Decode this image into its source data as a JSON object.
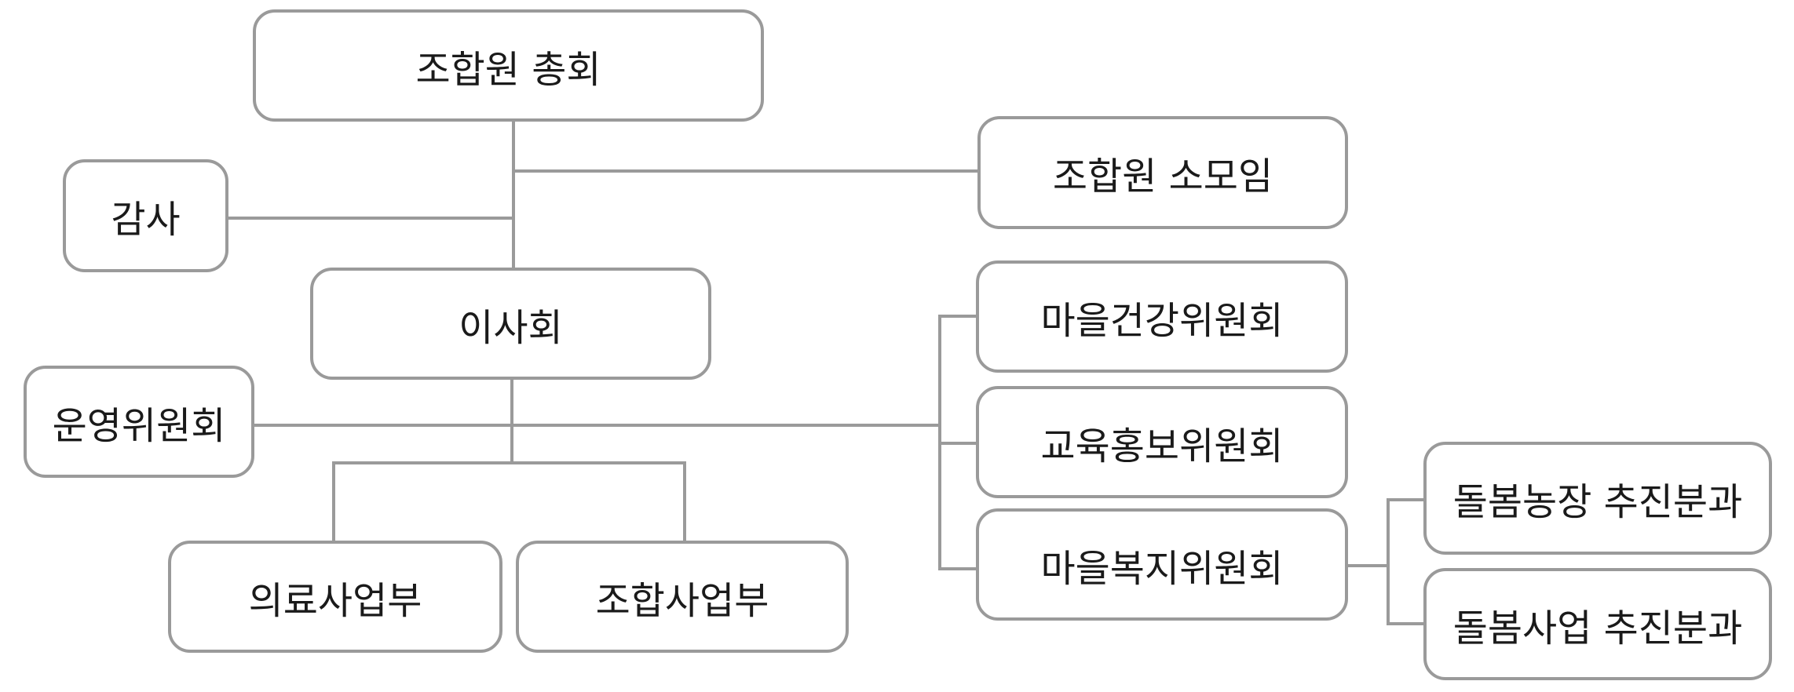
{
  "org_chart": {
    "general_assembly": "조합원 총회",
    "small_groups": "조합원 소모임",
    "audit": "감사",
    "board": "이사회",
    "steering_committee": "운영위원회",
    "committees": [
      "마을건강위원회",
      "교육홍보위원회",
      "마을복지위원회"
    ],
    "departments": [
      "의료사업부",
      "조합사업부"
    ],
    "subcommittees": [
      "돌봄농장 추진분과",
      "돌봄사업 추진분과"
    ]
  },
  "colors": {
    "line": "#9a9a9a",
    "border": "#9a9a9a",
    "text": "#1a1a1a",
    "background": "#ffffff"
  }
}
